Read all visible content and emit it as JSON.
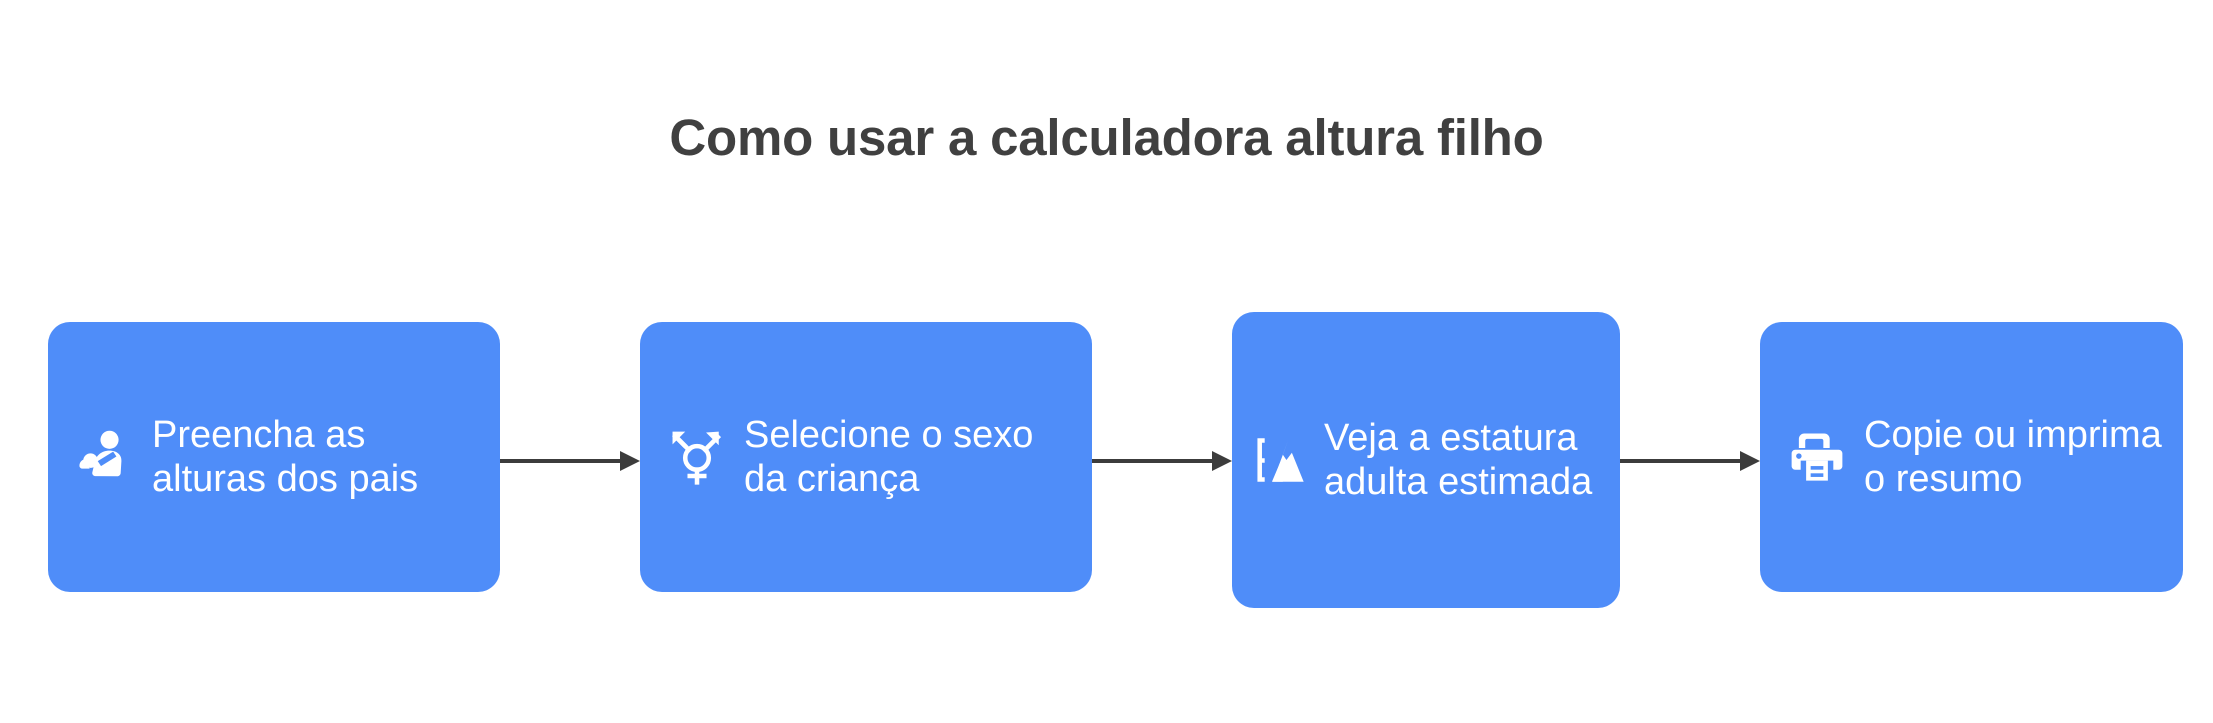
{
  "page": {
    "background_color": "#ffffff",
    "title": "Como usar a calculadora altura filho",
    "title_color": "#404040"
  },
  "theme": {
    "node_fill": "#4f8df9",
    "node_text_color": "#ffffff",
    "icon_color": "#ffffff",
    "arrow_color": "#3c3c3c"
  },
  "flow": {
    "type": "horizontal-step-flow",
    "steps": [
      {
        "index": 1,
        "label": "Preencha as alturas dos pais",
        "icon": "parent-holding-baby-icon"
      },
      {
        "index": 2,
        "label": "Selecione o sexo da criança",
        "icon": "transgender-gender-symbol-icon"
      },
      {
        "index": 3,
        "label": "Veja a estatura adulta estimada",
        "icon": "mountain-height-measure-icon"
      },
      {
        "index": 4,
        "label": "Copie ou imprima o resumo",
        "icon": "printer-icon"
      }
    ],
    "connectors": [
      {
        "from": 1,
        "to": 2,
        "style": "solid-arrow"
      },
      {
        "from": 2,
        "to": 3,
        "style": "solid-arrow"
      },
      {
        "from": 3,
        "to": 4,
        "style": "solid-arrow"
      }
    ]
  }
}
